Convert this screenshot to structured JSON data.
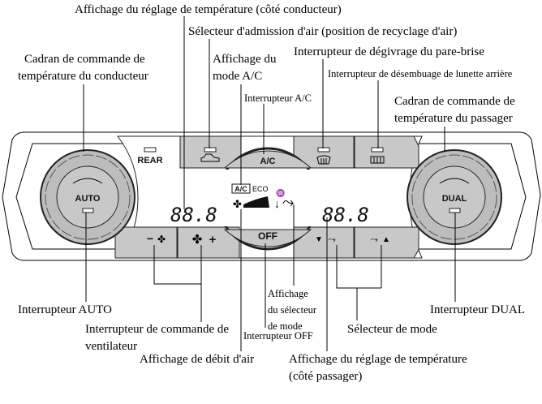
{
  "labels": {
    "temp_display_driver": "Affichage du réglage de température (côté conducteur)",
    "air_intake_selector": "Sélecteur d'admission d'air (position de recyclage d'air)",
    "driver_dial": [
      "Cadran de commande de",
      "température du conducteur"
    ],
    "ac_mode_display": [
      "Affichage du",
      "mode A/C"
    ],
    "windshield_defrost": "Interrupteur de dégivrage du pare-brise",
    "rear_defog": "Interrupteur de désembuage de lunette arrière",
    "ac_switch": "Interrupteur A/C",
    "passenger_dial": [
      "Cadran de commande de",
      "température du passager"
    ],
    "auto_switch": "Interrupteur AUTO",
    "fan_switch": [
      "Interrupteur de commande de",
      "ventilateur"
    ],
    "mode_display": [
      "Affichage",
      "du sélecteur",
      "de mode"
    ],
    "off_switch": "Interrupteur OFF",
    "airflow_display": "Affichage de débit d'air",
    "temp_display_passenger": [
      "Affichage du réglage de température",
      "(côté passager)"
    ],
    "mode_selector": "Sélecteur de mode",
    "dual_switch": "Interrupteur DUAL"
  },
  "panel": {
    "rear": "REAR",
    "ac": "A/C",
    "off": "OFF",
    "auto": "AUTO",
    "dual": "DUAL",
    "temp_left": "88.8",
    "temp_right": "88.8",
    "ac_indicator": "A/C",
    "eco_indicator": "ECO",
    "fan_minus": "−",
    "fan_plus": "+"
  }
}
